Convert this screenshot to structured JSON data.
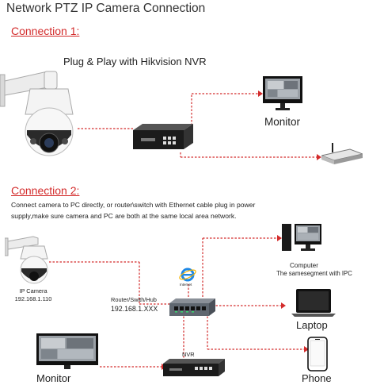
{
  "title": "Network PTZ IP Camera Connection",
  "connection1": {
    "heading": "Connection 1:",
    "subtitle": "Plug & Play with Hikvision NVR",
    "monitor_label": "Monitor"
  },
  "connection2": {
    "heading": "Connection 2:",
    "description": "Connect camera to PC directly, or router\\switch with Ethernet cable plug in power supply,make sure camera and PC are both at the same local area network.",
    "ip_camera_label": "IP Camera",
    "ip_camera_ip": "192.168.1.110",
    "internet_label": "Internet",
    "router_label": "Router/Swith/Hub",
    "router_ip": "192.168.1.XXX",
    "computer_label": "Computer",
    "computer_sublabel": "The samesegment with IPC",
    "laptop_label": "Laptop",
    "monitor_label": "Monitor",
    "nvr_label": "NVR",
    "phone_label": "Phone"
  },
  "colors": {
    "accent": "#d32b2b",
    "line": "#d32b2b"
  }
}
